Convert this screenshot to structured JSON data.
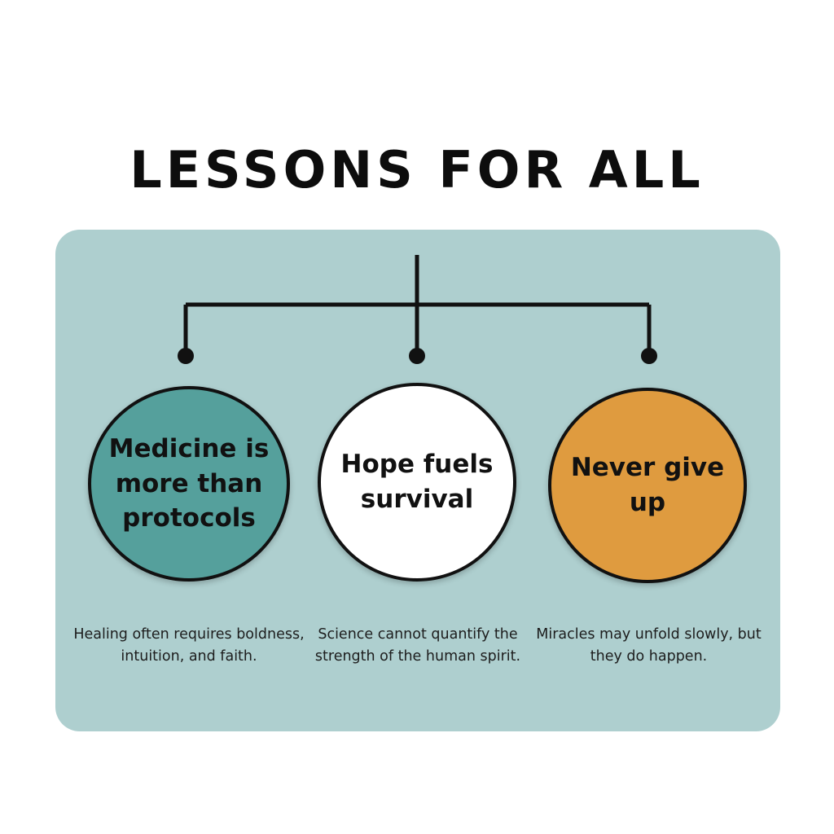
{
  "poster": {
    "title": "LESSONS FOR ALL",
    "background_color": "#ffffff",
    "card_color": "#aecfcf"
  },
  "connector": {
    "type": "tree-bracket",
    "line_color": "#111111",
    "node_marker": "filled-dot"
  },
  "lessons": [
    {
      "id": "medicine",
      "headline": "Medicine is more than protocols",
      "caption": "Healing often requires boldness, intuition, and faith.",
      "fill_color": "#55a09c",
      "text_color": "#111111"
    },
    {
      "id": "hope",
      "headline": "Hope fuels survival",
      "caption": "Science cannot quantify the strength of the human spirit.",
      "fill_color": "#ffffff",
      "text_color": "#111111"
    },
    {
      "id": "never-give-up",
      "headline": "Never give up",
      "caption": "Miracles may unfold slowly, but they do happen.",
      "fill_color": "#df9b3f",
      "text_color": "#111111"
    }
  ]
}
